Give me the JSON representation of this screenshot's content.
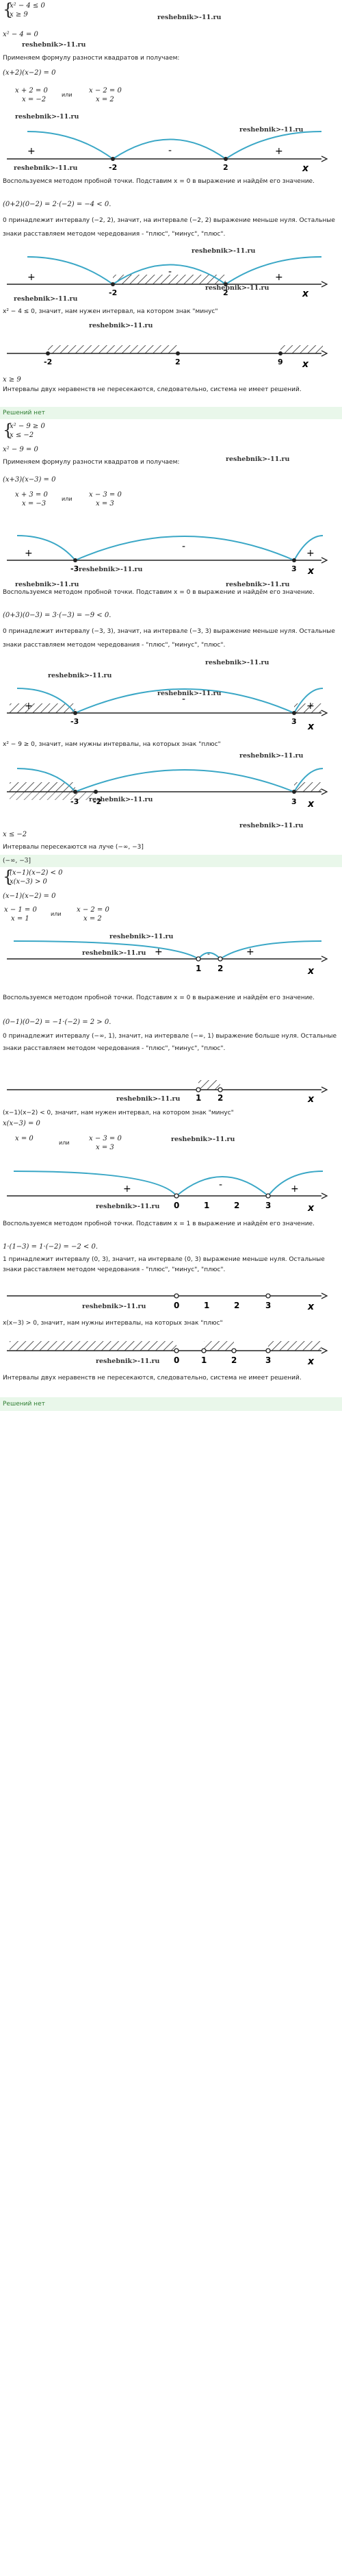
{
  "watermark": "reshebnik>-11.ru",
  "sections": {
    "s1_system": [
      "x² − 4 ≤ 0",
      "x ≥ 9"
    ],
    "s1_eq": "x² − 4 = 0",
    "s1_formula": "Применяем формулу разности квадратов и получаем:",
    "s1_factored": "(x+2)(x−2) = 0",
    "s1_sol_a": [
      "x + 2 = 0",
      "x = −2"
    ],
    "s1_or": "или",
    "s1_sol_b": [
      "x − 2 = 0",
      "x = 2"
    ],
    "nl1": {
      "signs": [
        "+",
        "-",
        "+"
      ],
      "ticks": [
        "-2",
        "2"
      ],
      "axis": "x"
    },
    "s1_test": "Воспользуемся методом пробной точки. Подставим x = 0 в выражение и найдём его значение.",
    "s1_calc": "(0+2)(0−2) = 2·(−2) = −4 < 0.",
    "s1_belongs": "0 принадлежит интервалу (−2, 2), значит, на интервале (−2, 2) выражение меньше нуля. Остальные знаки расставляем методом чередования - \"плюс\", \"минус\", \"плюс\".",
    "nl2": {
      "signs": [
        "+",
        "-",
        "+"
      ],
      "ticks": [
        "-2",
        "2"
      ],
      "axis": "x"
    },
    "s1_need": "x² − 4 ≤ 0, значит, нам нужен интервал, на котором знак \"минус\"",
    "nl3": {
      "ticks": [
        "-2",
        "2",
        "9"
      ],
      "axis": "x"
    },
    "s1_x9": "x ≥ 9",
    "s1_conclusion": "Интервалы двух неравенств не пересекаются, следовательно, система не имеет решений.",
    "s1_answer": "Решений нет",
    "s2_system": [
      "x² − 9 ≥ 0",
      "x ≤ −2"
    ],
    "s2_eq": "x² − 9 = 0",
    "s2_formula": "Применяем формулу разности квадратов и получаем:",
    "s2_factored": "(x+3)(x−3) = 0",
    "s2_sol_a": [
      "x + 3 = 0",
      "x = −3"
    ],
    "s2_or": "или",
    "s2_sol_b": [
      "x − 3 = 0",
      "x = 3"
    ],
    "nl4": {
      "signs": [
        "+",
        "-",
        "+"
      ],
      "ticks": [
        "-3",
        "3"
      ],
      "axis": "x"
    },
    "s2_test": "Воспользуемся методом пробной точки. Подставим x = 0 в выражение и найдём его значение.",
    "s2_calc": "(0+3)(0−3) = 3·(−3) = −9 < 0.",
    "s2_belongs": "0 принадлежит интервалу (−3, 3), значит, на интервале (−3, 3) выражение меньше нуля. Остальные знаки расставляем методом чередования - \"плюс\", \"минус\", \"плюс\".",
    "nl5": {
      "signs": [
        "+",
        "-",
        "+"
      ],
      "ticks": [
        "-3",
        "3"
      ],
      "axis": "x"
    },
    "s2_need": "x² − 9 ≥ 0, значит, нам нужны интервалы, на которых знак \"плюс\"",
    "nl6": {
      "ticks": [
        "-3",
        "-2",
        "3"
      ],
      "axis": "x"
    },
    "s2_xm2": "x ≤ −2",
    "s2_conclusion": "Интервалы пересекаются на луче (−∞, −3]",
    "s2_answer": "(−∞, −3]",
    "s3_system": [
      "(x−1)(x−2) < 0",
      "x(x−3) > 0"
    ],
    "s3_eq": "(x−1)(x−2) = 0",
    "s3_sol_a": [
      "x − 1 = 0",
      "x = 1"
    ],
    "s3_or": "или",
    "s3_sol_b": [
      "x − 2 = 0",
      "x = 2"
    ],
    "nl7": {
      "signs": [
        "+",
        "-",
        "+"
      ],
      "ticks": [
        "1",
        "2"
      ],
      "axis": "x"
    },
    "s3_test": "Воспользуемся методом пробной точки. Подставим x = 0 в выражение и найдём его значение.",
    "s3_calc": "(0−1)(0−2) = −1·(−2) = 2 > 0.",
    "s3_belongs": "0 принадлежит интервалу (−∞, 1), значит, на интервале (−∞, 1) выражение больше нуля. Остальные знаки расставляем методом чередования - \"плюс\", \"минус\", \"плюс\".",
    "nl8": {
      "ticks": [
        "1",
        "2"
      ],
      "axis": "x"
    },
    "s3_need": "(x−1)(x−2) < 0, значит, нам нужен интервал, на котором знак \"минус\"",
    "s3_eq2": "x(x−3) = 0",
    "s3_sol_c": [
      "x = 0"
    ],
    "s3_or2": "или",
    "s3_sol_d": [
      "x − 3 = 0",
      "x = 3"
    ],
    "nl9": {
      "signs": [
        "+",
        "-",
        "+"
      ],
      "ticks": [
        "0",
        "1",
        "2",
        "3"
      ],
      "axis": "x"
    },
    "s3_test2": "Воспользуемся методом пробной точки. Подставим x = 1 в выражение и найдём его значение.",
    "s3_calc2": "1·(1−3) = 1·(−2) = −2 < 0.",
    "s3_belongs2": "1 принадлежит интервалу (0, 3), значит, на интервале (0, 3) выражение меньше нуля. Остальные знаки расставляем методом чередования - \"плюс\", \"минус\", \"плюс\".",
    "nl10": {
      "ticks": [
        "0",
        "1",
        "2",
        "3"
      ],
      "axis": "x"
    },
    "s3_need2": "x(x−3) > 0, значит, нам нужны интервалы, на которых знак \"плюс\"",
    "nl11": {
      "ticks": [
        "0",
        "1",
        "2",
        "3"
      ],
      "axis": "x"
    },
    "s3_conclusion": "Интервалы двух неравенств не пересекаются, следовательно, система не имеет решений.",
    "s3_answer": "Решений нет"
  }
}
